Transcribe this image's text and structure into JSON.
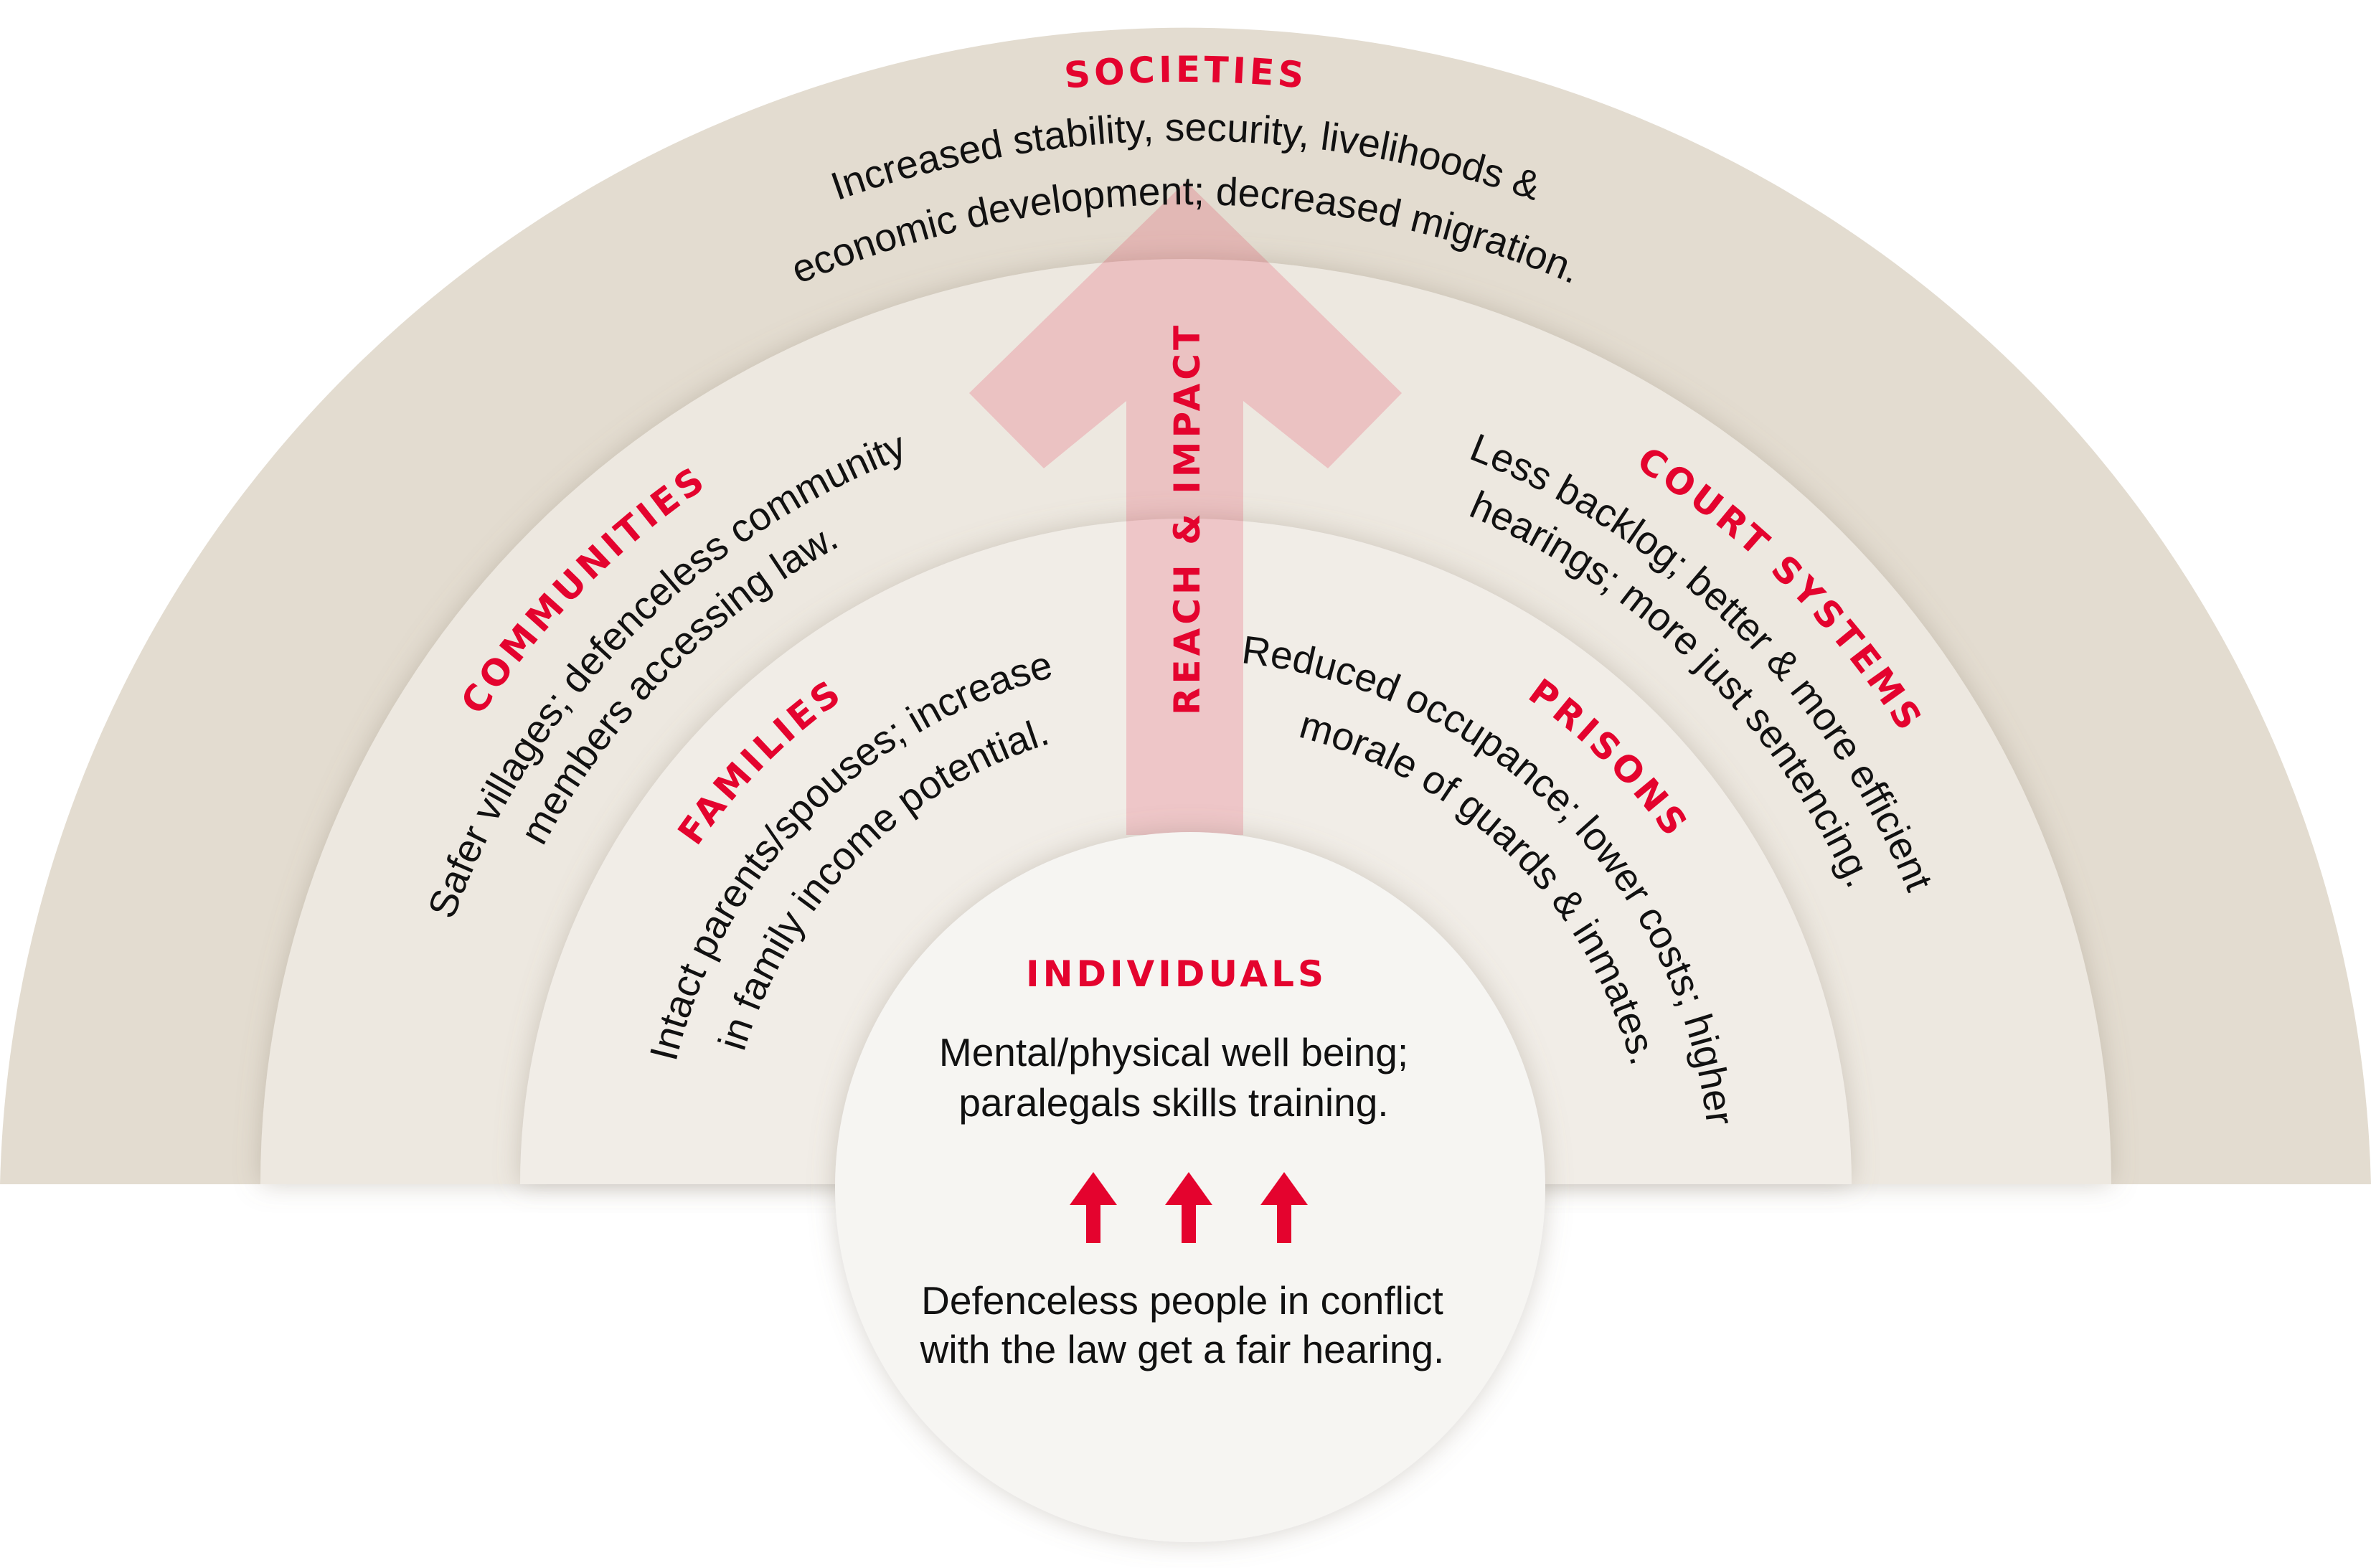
{
  "colors": {
    "accent": "#E4032E",
    "ring_outer": "#E3DCD0",
    "ring_middle": "#EDE8E0",
    "ring_inner": "#F1EDE7",
    "center": "#F6F5F2"
  },
  "societies": {
    "title": "SOCIETIES",
    "lines": [
      "Increased stability, security, livelihoods &",
      "economic development; decreased migration."
    ]
  },
  "communities": {
    "title": "COMMUNITIES",
    "lines": [
      "Safer villages; defenceless community",
      "members accessing law."
    ]
  },
  "court_systems": {
    "title": "COURT SYSTEMS",
    "lines": [
      "Less backlog; better & more efficient",
      "hearings; more just sentencing."
    ]
  },
  "families": {
    "title": "FAMILIES",
    "lines": [
      "Intact parents/spouses; increase",
      "in family income potential."
    ]
  },
  "prisons": {
    "title": "PRISONS",
    "lines": [
      "Reduced occupance; lower costs; higher",
      "morale of guards & inmates."
    ]
  },
  "arrow_label": "REACH & IMPACT",
  "individuals": {
    "title": "INDIVIDUALS",
    "lines": [
      "Mental/physical well being;",
      "paralegals skills training."
    ],
    "base_lines": [
      "Defenceless people in conflict",
      "with the law get a fair hearing."
    ]
  }
}
